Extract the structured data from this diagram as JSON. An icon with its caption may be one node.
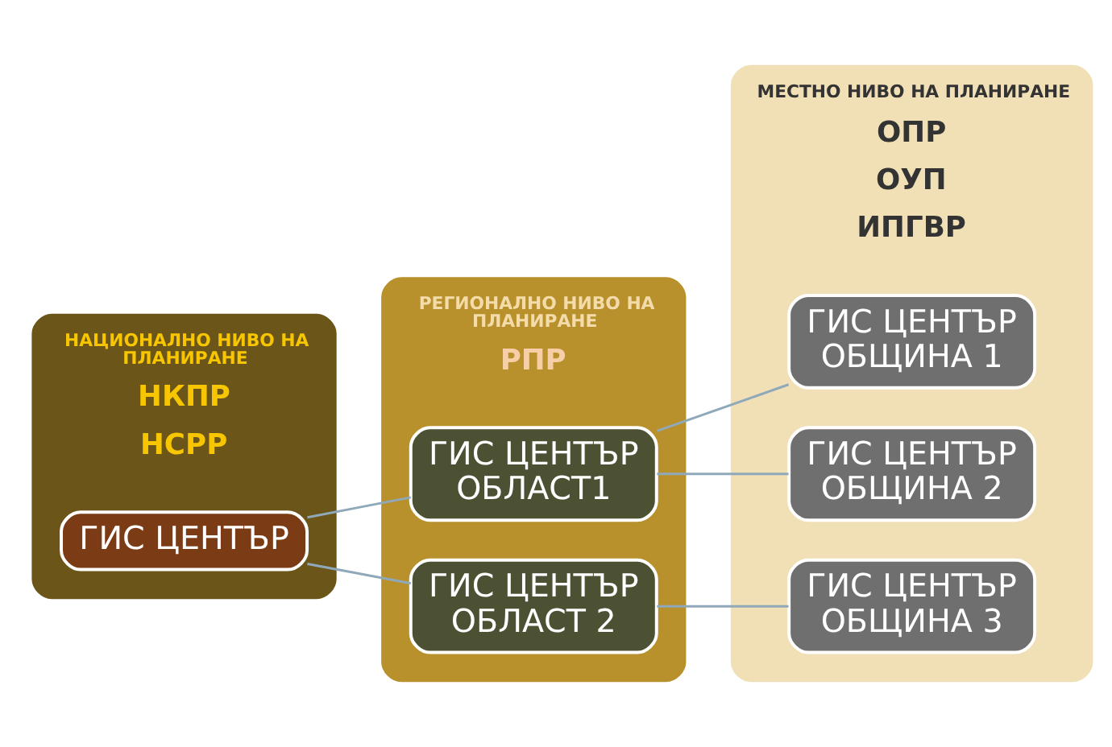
{
  "diagram": {
    "nodes": [
      {
        "text": [
          "НАЦИОНАЛНО НИВО НА ПЛАНИРАНЕ",
          "НКПР",
          "НСРР"
        ]
      },
      {
        "text": [
          "ГИС ЦЕНТЪР"
        ],
        "in": 0
      },
      {
        "text": [
          "РЕГИОНАЛНО НИВО НА ПЛАНИРАНЕ",
          "РПР"
        ]
      },
      {
        "text": [
          "ГИС ЦЕНТЪР ОБЛАСТ1"
        ],
        "in": 2
      },
      {
        "text": [
          "ГИС ЦЕНТЪР ОБЛАСТ 2"
        ],
        "in": 2
      },
      {
        "text": [
          "МЕСТНО НИВО НА ПЛАНИРАНЕ",
          "ОПР",
          "ОУП",
          "ИПГВР"
        ]
      },
      {
        "text": [
          "ГИС ЦЕНТЪР ОБЩИНА 1"
        ],
        "in": 5
      },
      {
        "text": [
          "ГИС ЦЕНТЪР ОБЩИНА 2"
        ],
        "in": 5
      },
      {
        "text": [
          "ГИС ЦЕНТЪР ОБЩИНА 3"
        ],
        "in": 5
      }
    ],
    "edges": [
      {
        "from": 1,
        "to": 3,
        "arrow": "none"
      },
      {
        "from": 1,
        "to": 4,
        "arrow": "none"
      },
      {
        "from": 3,
        "to": 6,
        "arrow": "none"
      },
      {
        "from": 3,
        "to": 7,
        "arrow": "none"
      },
      {
        "from": 4,
        "to": 8,
        "arrow": "none"
      }
    ]
  }
}
